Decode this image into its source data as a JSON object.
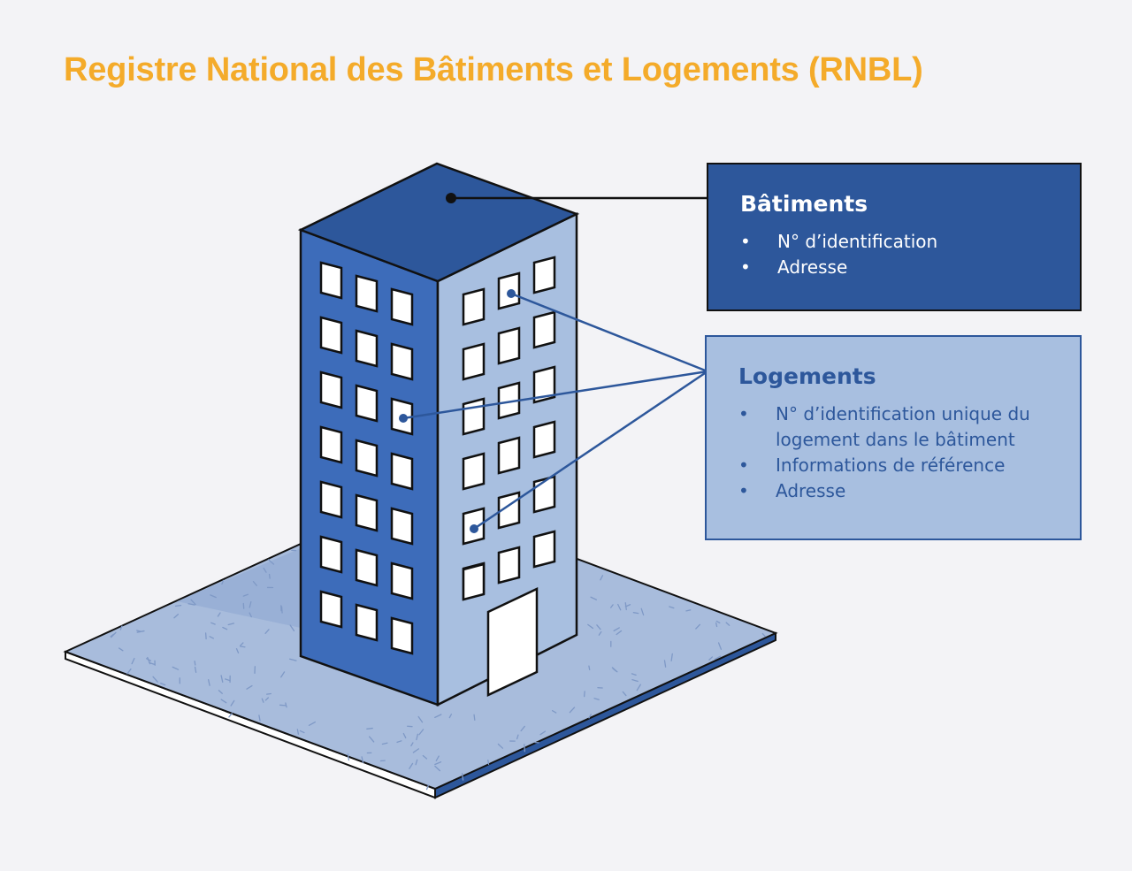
{
  "title": "Registre National des Bâtiments et Logements (RNBL)",
  "colors": {
    "title": "#f4ab2a",
    "dark_blue": "#2d579b",
    "front_face": "#3d6cba",
    "side_face": "#a8bfe0",
    "ground": "#a8bcdc",
    "background": "#f3f3f6"
  },
  "batiments": {
    "heading": "Bâtiments",
    "items": [
      "N° d’identification",
      "Adresse"
    ]
  },
  "logements": {
    "heading": "Logements",
    "items": [
      "N° d’identification unique du logement dans le bâtiment",
      "Informations de référence",
      "Adresse"
    ]
  }
}
